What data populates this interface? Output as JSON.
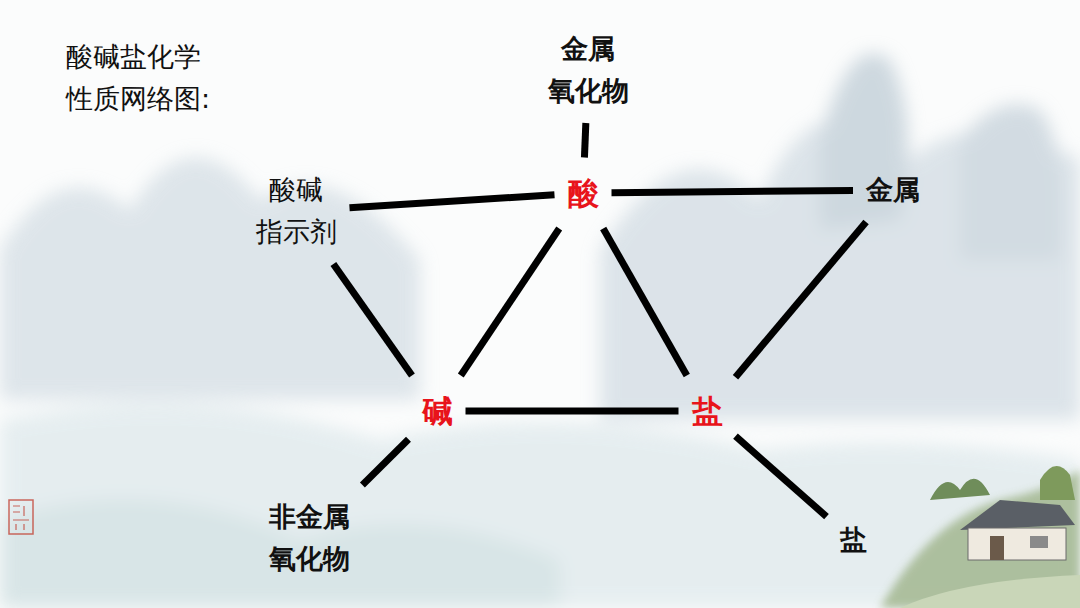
{
  "diagram": {
    "title": "酸碱盐化学 性质网络图:",
    "nodes": [
      {
        "text": [
          "金属 氧化物"
        ]
      },
      {
        "text": [
          "酸碱 指示剂"
        ]
      },
      {
        "text": [
          "酸"
        ]
      },
      {
        "text": [
          "金属"
        ]
      },
      {
        "text": [
          "碱"
        ]
      },
      {
        "text": [
          "盐"
        ]
      },
      {
        "text": [
          "非金属 氧化物"
        ]
      },
      {
        "text": [
          "盐"
        ]
      }
    ],
    "edges": [
      {
        "from": 2,
        "to": 0,
        "arrow": "none"
      },
      {
        "from": 1,
        "to": 2,
        "arrow": "none"
      },
      {
        "from": 2,
        "to": 3,
        "arrow": "none"
      },
      {
        "from": 2,
        "to": 4,
        "arrow": "none"
      },
      {
        "from": 2,
        "to": 5,
        "arrow": "none"
      },
      {
        "from": 1,
        "to": 4,
        "arrow": "none"
      },
      {
        "from": 4,
        "to": 5,
        "arrow": "none"
      },
      {
        "from": 3,
        "to": 5,
        "arrow": "none"
      },
      {
        "from": 4,
        "to": 6,
        "arrow": "none"
      },
      {
        "from": 5,
        "to": 7,
        "arrow": "none"
      }
    ]
  }
}
